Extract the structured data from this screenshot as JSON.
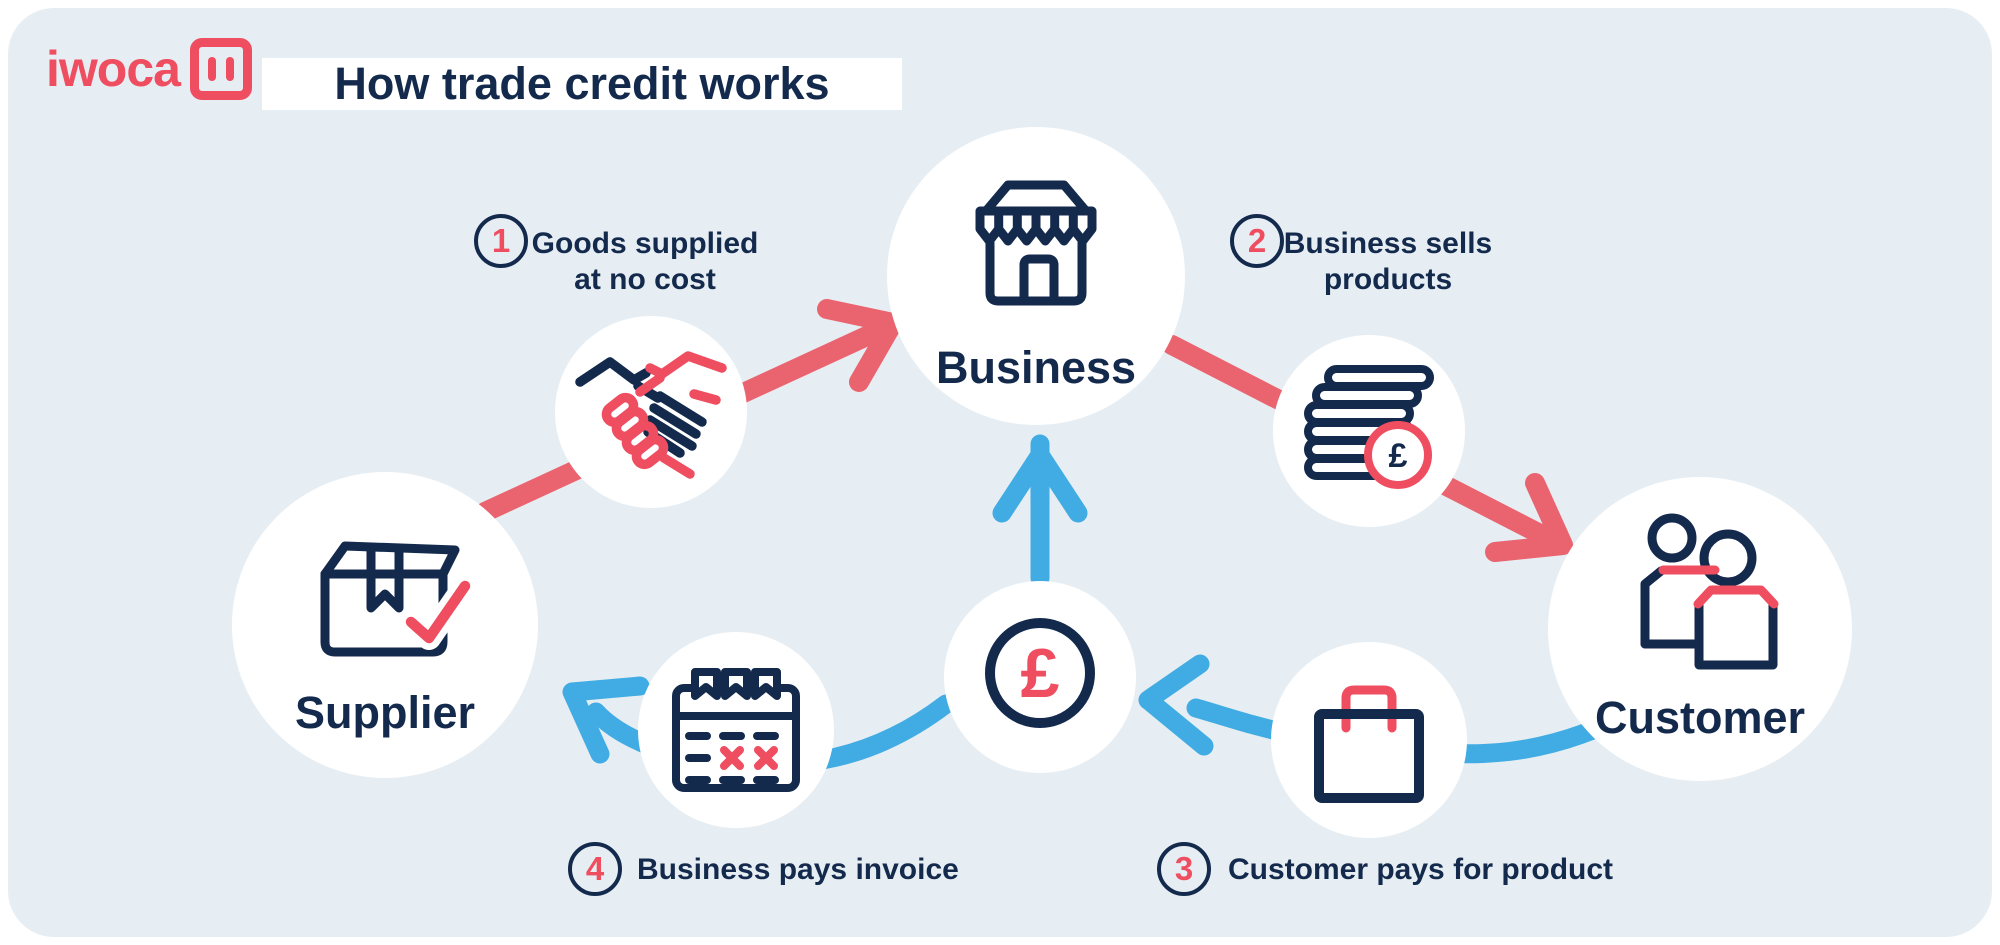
{
  "brand": {
    "logo_text": "iwoca"
  },
  "header": {
    "title": "How trade credit works"
  },
  "nodes": {
    "business": {
      "label": "Business",
      "icon": "storefront-icon"
    },
    "supplier": {
      "label": "Supplier",
      "icon": "package-check-icon"
    },
    "customer": {
      "label": "Customer",
      "icon": "people-icon"
    },
    "handshake": {
      "icon": "handshake-icon"
    },
    "coins": {
      "icon": "coin-stack-icon",
      "badge_symbol": "£"
    },
    "pound": {
      "icon": "pound-coin-icon",
      "symbol": "£"
    },
    "calendar": {
      "icon": "calendar-icon"
    },
    "bag": {
      "icon": "shopping-bag-icon"
    }
  },
  "steps": [
    {
      "number": "1",
      "line1": "Goods supplied",
      "line2": "at no cost"
    },
    {
      "number": "2",
      "line1": "Business sells",
      "line2": "products"
    },
    {
      "number": "3",
      "line1": "Customer pays for product",
      "line2": ""
    },
    {
      "number": "4",
      "line1": "Business pays invoice",
      "line2": ""
    }
  ],
  "colors": {
    "navy": "#142A4D",
    "coral": "#EF4D60",
    "arrow_red": "#EA6470",
    "arrow_blue": "#41ACE3",
    "panel_background": "#E7EEF3",
    "circle_fill": "#FFFFFF"
  }
}
